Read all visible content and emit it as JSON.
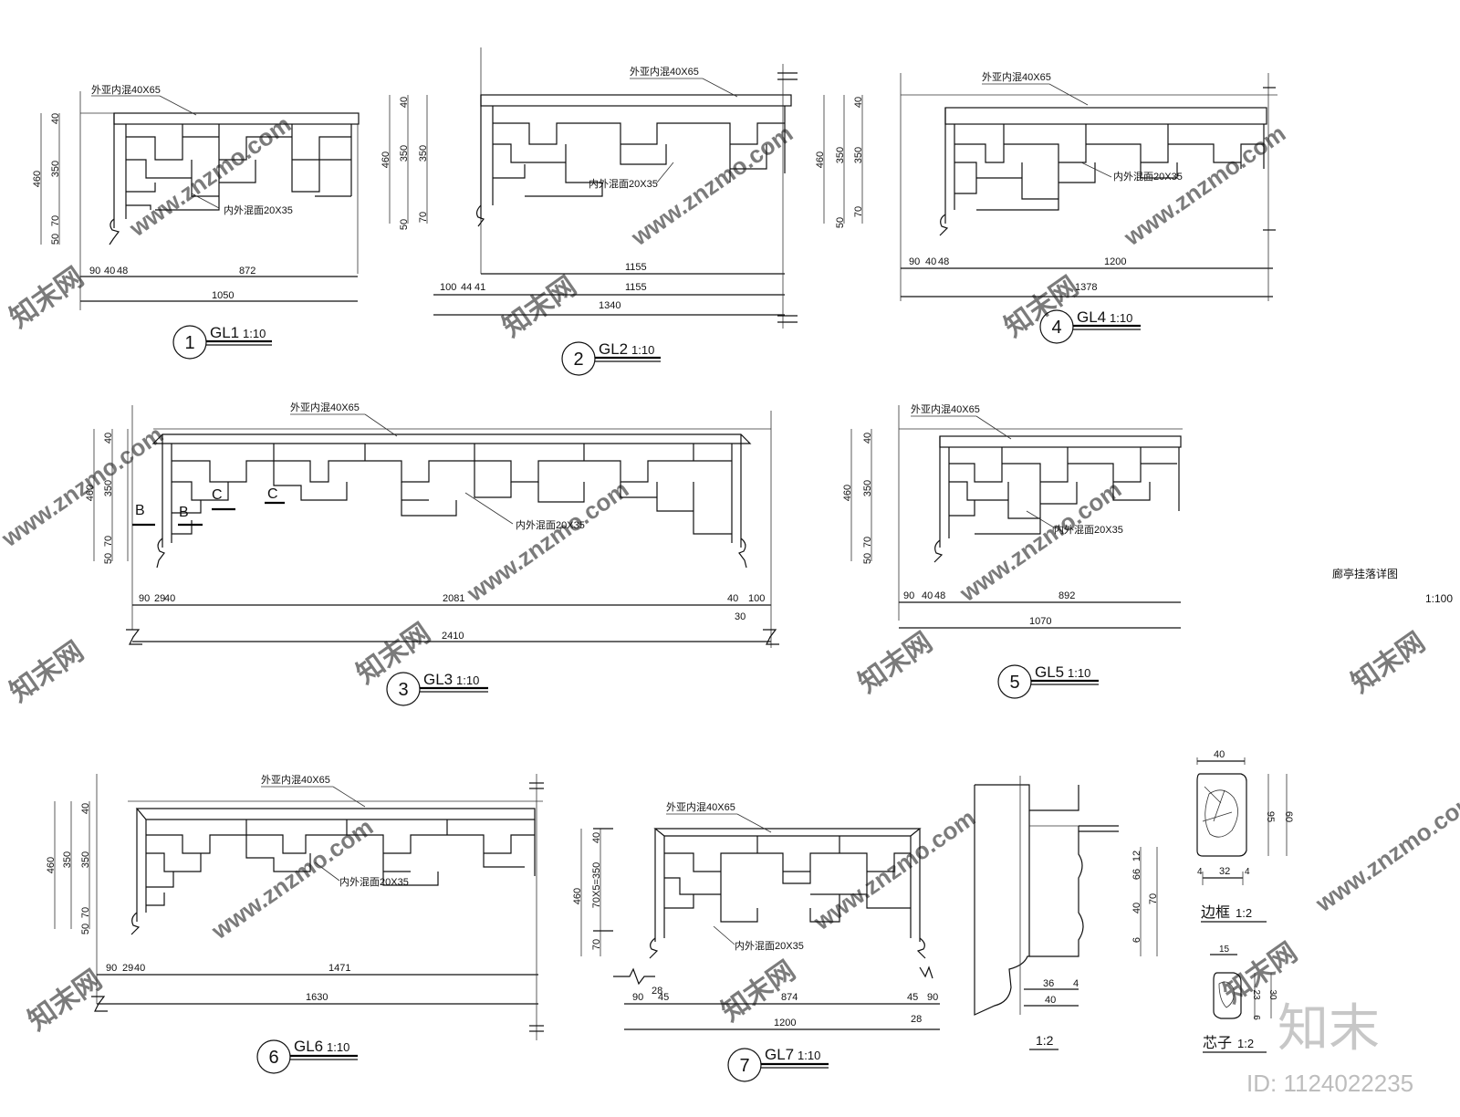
{
  "drawing": {
    "title": "廊亭挂落详图",
    "scale": "1:100"
  },
  "callouts": {
    "outer_frame": "外亚内混40X65",
    "inner_bar": "内外混面20X35"
  },
  "details": [
    {
      "num": "1",
      "name": "GL1",
      "scale": "1:10",
      "h_total": "460",
      "h_top": "40",
      "h_mid": "350",
      "h_bot": "70",
      "h_base": "50",
      "dim_row1": [
        "90",
        "40",
        "48",
        "872"
      ],
      "overall": "1050"
    },
    {
      "num": "2",
      "name": "GL2",
      "scale": "1:10",
      "h_total": "460",
      "h_top": "40",
      "h_mid": "350",
      "h_bot": "70",
      "h_base": "50",
      "dim_row1": [
        "1155"
      ],
      "dim_row2": [
        "100",
        "44",
        "41",
        "1155"
      ],
      "overall": "1340"
    },
    {
      "num": "3",
      "name": "GL3",
      "scale": "1:10",
      "h_total": "460",
      "h_top": "40",
      "h_mid": "350",
      "h_bot": "70",
      "h_base": "50",
      "dim_row1": [
        "90",
        "29",
        "40",
        "2081",
        "40",
        "100",
        "30"
      ],
      "overall": "2410",
      "section_marks": [
        "B",
        "B",
        "C",
        "C"
      ]
    },
    {
      "num": "4",
      "name": "GL4",
      "scale": "1:10",
      "h_total": "460",
      "h_top": "40",
      "h_mid": "350",
      "h_bot": "70",
      "h_base": "50",
      "dim_row1": [
        "90",
        "40",
        "48",
        "1200"
      ],
      "overall": "1378"
    },
    {
      "num": "5",
      "name": "GL5",
      "scale": "1:10",
      "h_total": "460",
      "h_top": "40",
      "h_mid": "350",
      "h_bot": "70",
      "h_base": "50",
      "dim_row1": [
        "90",
        "40",
        "48",
        "892"
      ],
      "overall": "1070"
    },
    {
      "num": "6",
      "name": "GL6",
      "scale": "1:10",
      "h_total": "460",
      "h_top": "40",
      "h_mid": "350",
      "h_bot": "70",
      "h_base": "50",
      "dim_row1": [
        "90",
        "29",
        "40",
        "1471"
      ],
      "overall": "1630"
    },
    {
      "num": "7",
      "name": "GL7",
      "scale": "1:10",
      "h_total": "460",
      "h_top": "40",
      "h_mid": "70X5=350",
      "h_bot": "70",
      "dim_row1": [
        "90",
        "45",
        "874",
        "45",
        "90"
      ],
      "dim_small": [
        "28",
        "28"
      ],
      "overall": "1200"
    }
  ],
  "section_detail": {
    "scale": "1:2",
    "dims_v": [
      "12",
      "66",
      "40",
      "70",
      "6"
    ],
    "dims_h": [
      "36",
      "4",
      "40"
    ]
  },
  "border_frame_detail": {
    "label": "边框",
    "scale": "1:2",
    "dims": [
      "40",
      "32",
      "4",
      "4",
      "95",
      "60"
    ]
  },
  "core_detail": {
    "label": "芯子",
    "scale": "1:2",
    "dims": [
      "15",
      "23",
      "30",
      "6"
    ]
  },
  "watermark": {
    "site": "www.znzmo.com",
    "brand_cn": "知末网",
    "logo": "知末",
    "id_label": "ID: 1124022235"
  }
}
